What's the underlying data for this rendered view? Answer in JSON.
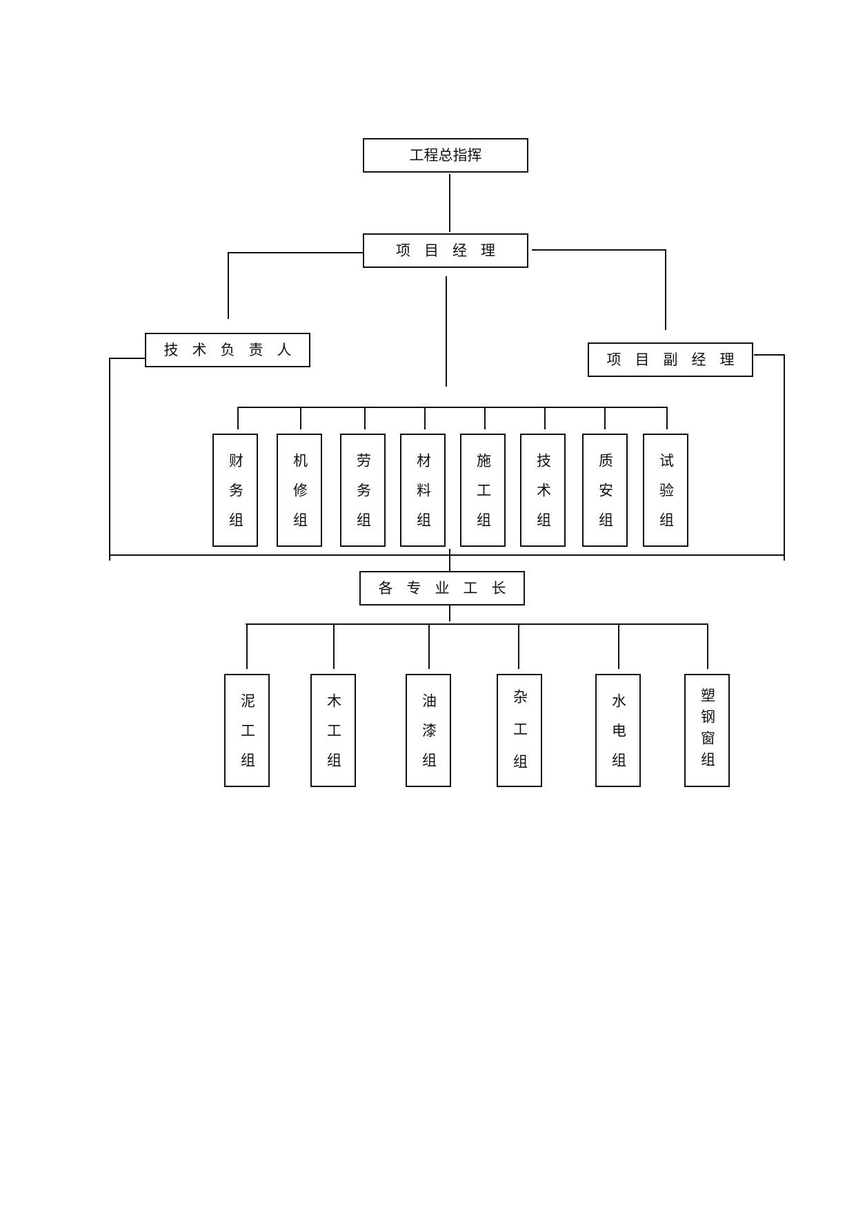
{
  "chart_title": "",
  "nodes": {
    "commander": "工程总指挥",
    "project_manager": "项目经理",
    "tech_lead": "技术负责人",
    "deputy_manager": "项目副经理",
    "trade_foremen": "各专业工长"
  },
  "departments": [
    "财务组",
    "机修组",
    "劳务组",
    "材料组",
    "施工组",
    "技术组",
    "质安组",
    "试验组"
  ],
  "work_teams": [
    "泥工组",
    "木工组",
    "油漆组",
    "杂工组",
    "水电组",
    "塑钢窗组"
  ],
  "colors": {
    "line": "#111111",
    "background": "#ffffff"
  }
}
